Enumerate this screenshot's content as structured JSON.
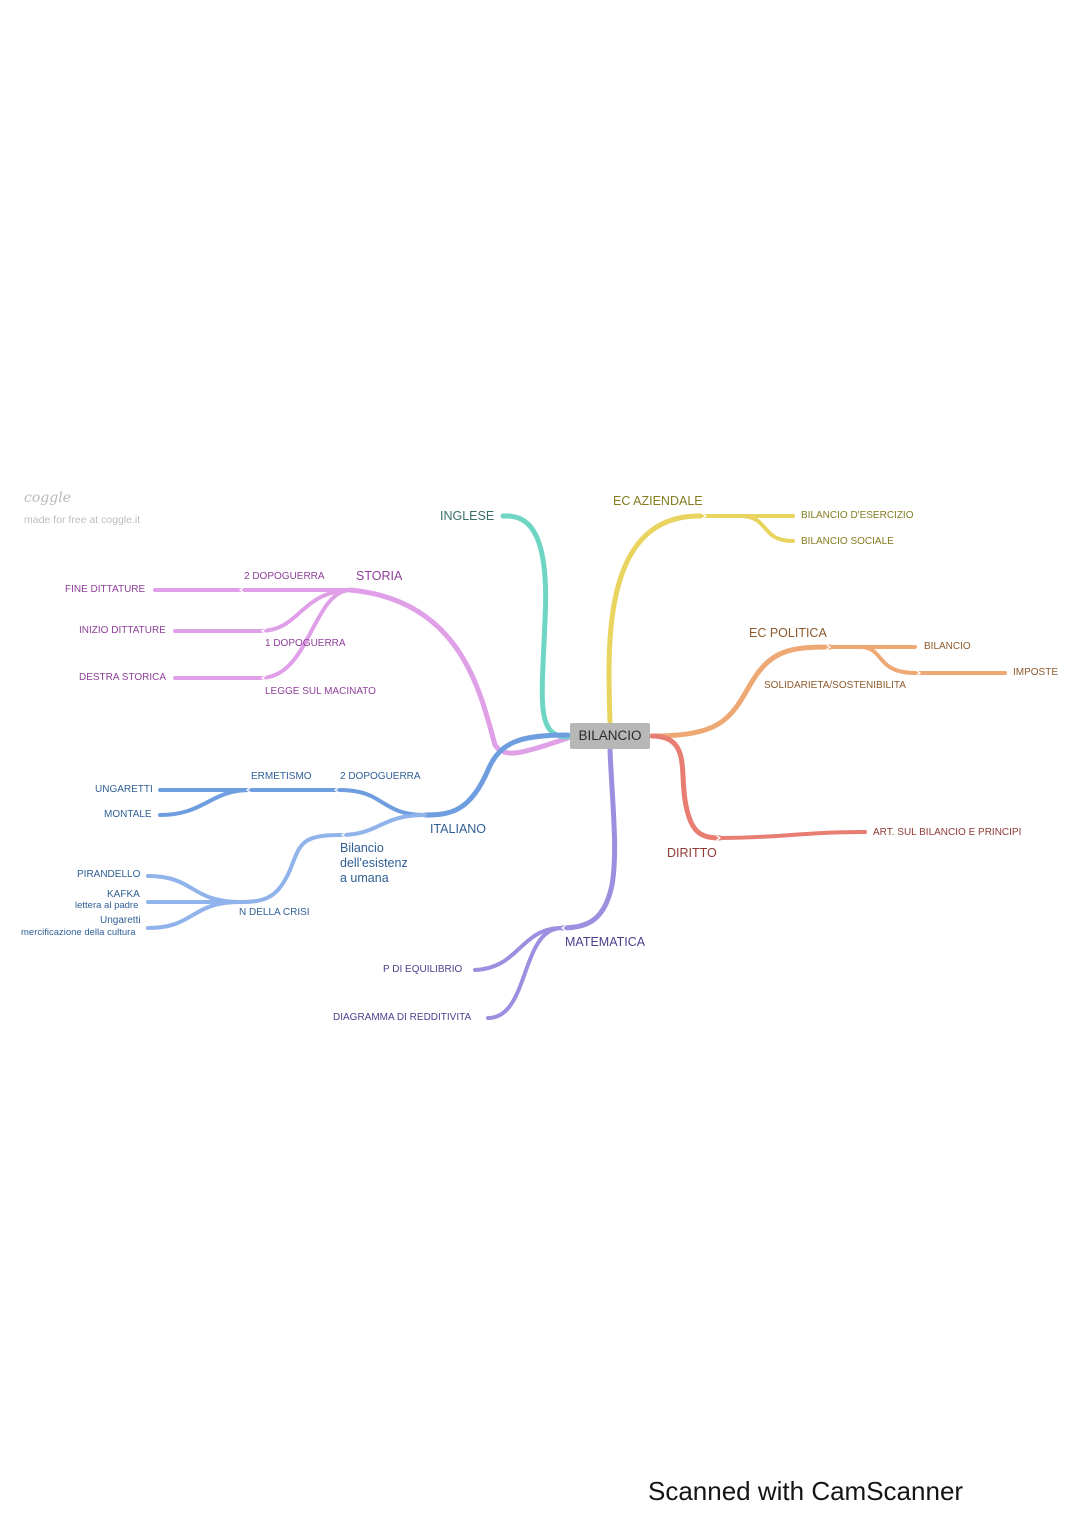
{
  "brand": {
    "logo": "coggle",
    "tagline": "made for free at coggle.it"
  },
  "root": "BILANCIO",
  "branches": {
    "storia": {
      "title": "STORIA",
      "color": "#e0a0e8",
      "items": [
        "2 DOPOGUERRA",
        "FINE DITTATURE",
        "INIZIO DITTATURE",
        "1 DOPOGUERRA",
        "DESTRA STORICA",
        "LEGGE SUL MACINATO"
      ]
    },
    "inglese": {
      "title": "INGLESE",
      "color": "#6fd6c4"
    },
    "italiano": {
      "title": "ITALIANO",
      "color": "#6f9ee0",
      "items": [
        "ERMETISMO",
        "2 DOPOGUERRA",
        "UNGARETTI",
        "MONTALE",
        "Bilancio",
        "dell'esistenz",
        "a umana",
        "PIRANDELLO",
        "KAFKA",
        "lettera al padre",
        "Ungaretti",
        "mercificazione della cultura",
        "N DELLA CRISI"
      ]
    },
    "ec_aziendale": {
      "title": "EC AZIENDALE",
      "color": "#e8d45e",
      "items": [
        "BILANCIO D'ESERCIZIO",
        "BILANCIO SOCIALE"
      ]
    },
    "ec_politica": {
      "title": "EC POLITICA",
      "color": "#eea874",
      "items": [
        "BILANCIO",
        "IMPOSTE",
        "SOLIDARIETA/SOSTENIBILITA"
      ]
    },
    "diritto": {
      "title": "DIRITTO",
      "color": "#e87d72",
      "items": [
        "ART. SUL BILANCIO E PRINCIPI"
      ]
    },
    "matematica": {
      "title": "MATEMATICA",
      "color": "#9d8ee0",
      "items": [
        "P DI EQUILIBRIO",
        "DIAGRAMMA DI REDDITIVITA"
      ]
    }
  },
  "watermark": "Scanned with CamScanner"
}
